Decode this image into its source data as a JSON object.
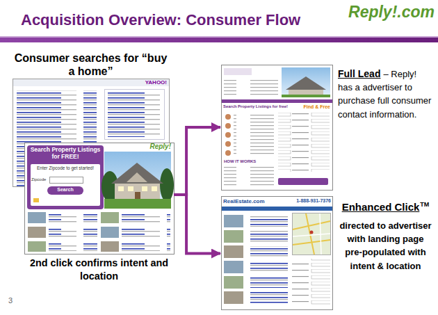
{
  "diagram": {
    "title": "Acquisition Overview: Consumer Flow",
    "nodes": [
      {
        "text": [
          "Consumer searches for “buy a home”"
        ]
      },
      {
        "text": [
          "2nd click confirms intent and location"
        ]
      },
      {
        "text": [
          "Full Lead",
          "– Reply! has a advertiser to purchase full consumer contact information."
        ]
      },
      {
        "text": [
          "Enhanced Click",
          "TM",
          "directed to advertiser with landing page pre-populated with intent & location"
        ]
      }
    ],
    "edges": [
      {
        "from": 1,
        "to": 2,
        "arrow": "to"
      },
      {
        "from": 1,
        "to": 3,
        "arrow": "to"
      }
    ],
    "labels": [
      "Reply!.com",
      "3",
      "YAHOO!",
      "Search Property Listings for FREE!",
      "Enter Zipcode to get started!",
      "Zipcode",
      "Search",
      "Reply!",
      "Search Property Listings for free!",
      "Find & Free",
      "HOW IT WORKS",
      "RealEstate.com",
      "1-888-931-7376"
    ]
  }
}
